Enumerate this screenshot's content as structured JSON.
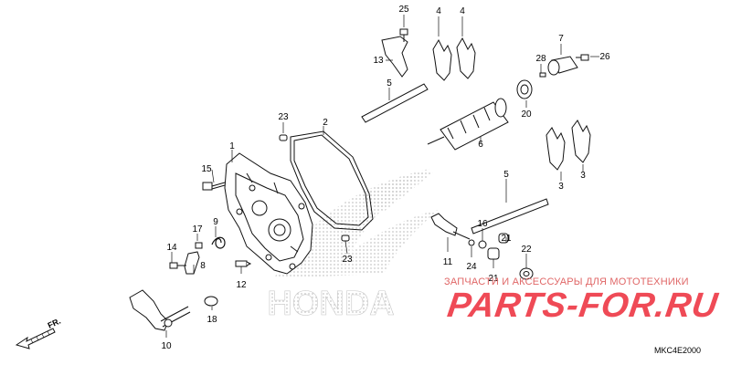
{
  "diagram_code": "MKC4E2000",
  "direction_label": "FR.",
  "watermark": {
    "brand_logo_text": "HONDA",
    "shop_tagline": "ЗАПЧАСТИ И АКСЕССУАРЫ ДЛЯ МОТОТЕХНИКИ",
    "shop_name": "PARTS-FOR.RU"
  },
  "callouts": [
    "25",
    "4",
    "4",
    "13",
    "7",
    "28",
    "26",
    "5",
    "20",
    "23",
    "2",
    "6",
    "1",
    "15",
    "3",
    "3",
    "5",
    "9",
    "17",
    "16",
    "14",
    "8",
    "21",
    "22",
    "11",
    "24",
    "21",
    "23",
    "12",
    "18",
    "10"
  ],
  "colors": {
    "line": "#111111",
    "shop_text": "#e06767",
    "shop_brand": "#ef4a56",
    "logo_dots": "#c8c8c8"
  }
}
